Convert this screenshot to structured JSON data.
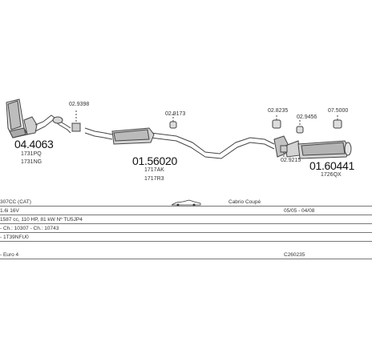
{
  "parts": {
    "cat": {
      "code": "04.4063",
      "ref1": "1731PQ",
      "ref2": "1731NG"
    },
    "clamp1": {
      "code": "02.9398"
    },
    "mid": {
      "code": "01.56020",
      "ref1": "1717AK",
      "ref2": "1717R3"
    },
    "hanger1": {
      "code": "02.9173"
    },
    "hanger2": {
      "code": "02.8235"
    },
    "hanger3": {
      "code": "02.9456"
    },
    "hanger4": {
      "code": "07.5000"
    },
    "clamp2": {
      "code": "02.9215"
    },
    "rear": {
      "code": "01.60441",
      "ref1": "1726QX"
    }
  },
  "info": {
    "row1": {
      "model": "307CC (CAT)",
      "body": "Cabrio Coupé"
    },
    "row2": {
      "engine": "1.6i 16V",
      "dates": "05/05 - 04/08"
    },
    "row3": {
      "spec": "1587 cc, 110 HP, 81 kW Nº TU5JP4"
    },
    "row4": {
      "chassis": "- Ch.: 10307 - Ch.: 10743"
    },
    "row5": {
      "code": "- 1T39NFU0"
    },
    "row6": {
      "norm": "- Euro 4",
      "kit": "C260235"
    }
  },
  "colors": {
    "line": "#444444",
    "fill": "#d8d8d8"
  }
}
